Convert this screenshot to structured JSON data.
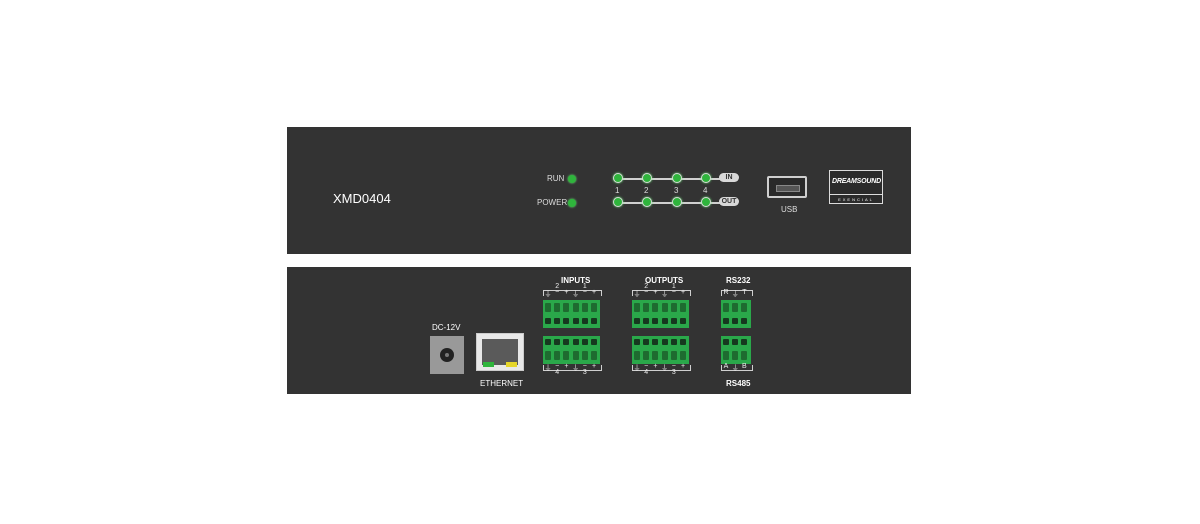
{
  "front": {
    "model": "XMD0404",
    "run_label": "RUN",
    "power_label": "POWER",
    "channels": [
      "1",
      "2",
      "3",
      "4"
    ],
    "in_label": "IN",
    "out_label": "OUT",
    "usb_label": "USB",
    "logo_top": "DREAMSOUND",
    "logo_bottom": "EXENCIAL"
  },
  "rear": {
    "dc_label": "DC-12V",
    "ethernet_label": "ETHERNET",
    "inputs_label": "INPUTS",
    "outputs_label": "OUTPUTS",
    "rs232_label": "RS232",
    "rs485_label": "RS485",
    "top_pairs": [
      "2",
      "1"
    ],
    "bottom_pairs": [
      "4",
      "3"
    ],
    "pin_symbols": [
      "⏚",
      "−",
      "+"
    ],
    "rs232_pins": [
      "R",
      "⏚",
      "T"
    ],
    "rs485_pins": [
      "A",
      "⏚",
      "B"
    ]
  },
  "colors": {
    "panel": "#333333",
    "led_green": "#2fb53c",
    "terminal_green": "#2aa84a"
  }
}
